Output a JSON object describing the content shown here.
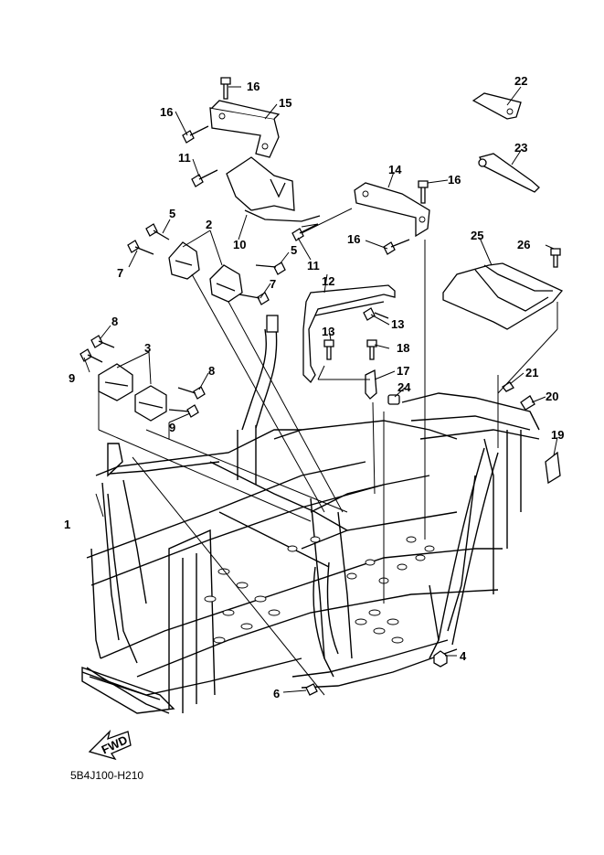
{
  "diagram_code": "5B4J100-H210",
  "fwd_label": "FWD",
  "callouts": [
    "1",
    "2",
    "3",
    "4",
    "5",
    "6",
    "7",
    "8",
    "9",
    "10",
    "11",
    "12",
    "13",
    "14",
    "15",
    "16",
    "17",
    "18",
    "19",
    "20",
    "21",
    "22",
    "23",
    "24",
    "25",
    "26"
  ]
}
